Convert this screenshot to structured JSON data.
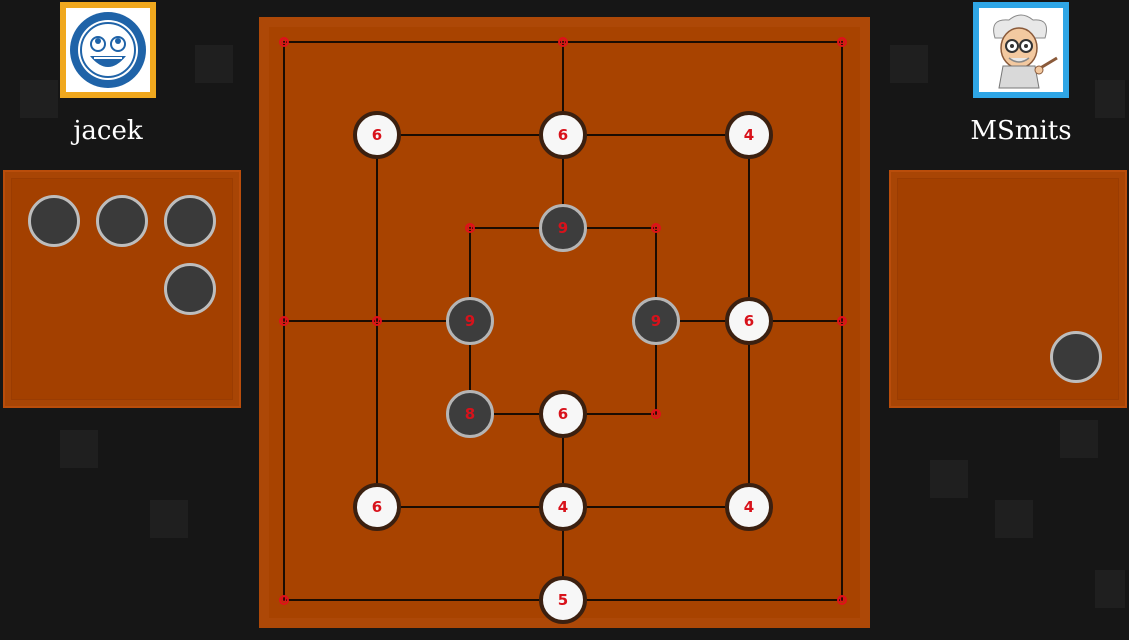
{
  "players": {
    "left": {
      "name": "jacek",
      "avatar_icon": "awesome-smiley-icon",
      "accent": "#f0a81e",
      "reserve": 4
    },
    "right": {
      "name": "MSmits",
      "avatar_icon": "professor-cartoon-icon",
      "accent": "#2fa6e6",
      "reserve": 1
    }
  },
  "colors": {
    "board": "#a84300",
    "tray": "#a34000",
    "background": "#161616",
    "label": "#d8121b"
  },
  "board": {
    "pieces": [
      {
        "pos": "b2",
        "color": "white",
        "label": "6"
      },
      {
        "pos": "d2",
        "color": "white",
        "label": "6"
      },
      {
        "pos": "f2",
        "color": "white",
        "label": "4"
      },
      {
        "pos": "d3",
        "color": "black",
        "label": "9"
      },
      {
        "pos": "c4",
        "color": "black",
        "label": "9"
      },
      {
        "pos": "e4",
        "color": "black",
        "label": "9"
      },
      {
        "pos": "f4",
        "color": "white",
        "label": "6"
      },
      {
        "pos": "c5",
        "color": "black",
        "label": "8"
      },
      {
        "pos": "d5",
        "color": "white",
        "label": "6"
      },
      {
        "pos": "b6",
        "color": "white",
        "label": "6"
      },
      {
        "pos": "d6",
        "color": "white",
        "label": "4"
      },
      {
        "pos": "f6",
        "color": "white",
        "label": "4"
      },
      {
        "pos": "d7",
        "color": "white",
        "label": "5"
      }
    ],
    "empty_nodes": [
      {
        "pos": "a1",
        "label": "0"
      },
      {
        "pos": "d1",
        "label": "0"
      },
      {
        "pos": "g1",
        "label": "0"
      },
      {
        "pos": "c3",
        "label": "0"
      },
      {
        "pos": "e3",
        "label": "0"
      },
      {
        "pos": "a4",
        "label": "0"
      },
      {
        "pos": "b4",
        "label": "0"
      },
      {
        "pos": "g4",
        "label": "0"
      },
      {
        "pos": "e5",
        "label": "0"
      },
      {
        "pos": "a7",
        "label": "0"
      },
      {
        "pos": "g7",
        "label": "0"
      }
    ]
  }
}
